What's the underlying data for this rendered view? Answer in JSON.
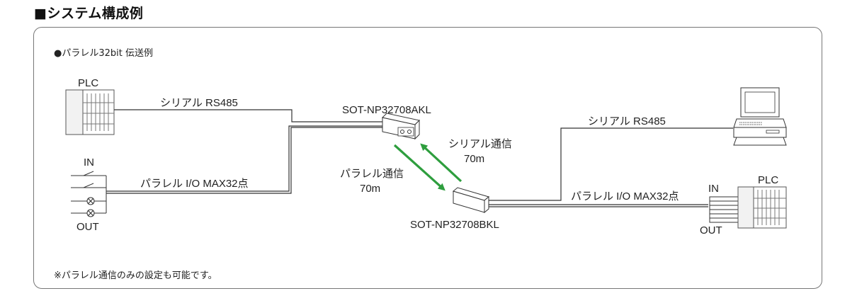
{
  "heading": "■システム構成例",
  "caption": "●パラレル32bit 伝送例",
  "note": "※パラレル通信のみの設定も可能です。",
  "left": {
    "plc_label": "PLC",
    "serial_label": "シリアル RS485",
    "in_label": "IN",
    "out_label": "OUT",
    "parallel_label": "パラレル I/O MAX32点"
  },
  "unit_a": {
    "name": "SOT-NP32708AKL"
  },
  "unit_b": {
    "name": "SOT-NP32708BKL"
  },
  "link": {
    "serial_comm": "シリアル通信",
    "serial_dist": "70m",
    "parallel_comm": "パラレル通信",
    "parallel_dist": "70m",
    "arrow_color": "#2e9e3e"
  },
  "right": {
    "serial_label": "シリアル RS485",
    "parallel_label": "パラレル I/O MAX32点",
    "in_label": "IN",
    "out_label": "OUT",
    "plc_label": "PLC"
  }
}
